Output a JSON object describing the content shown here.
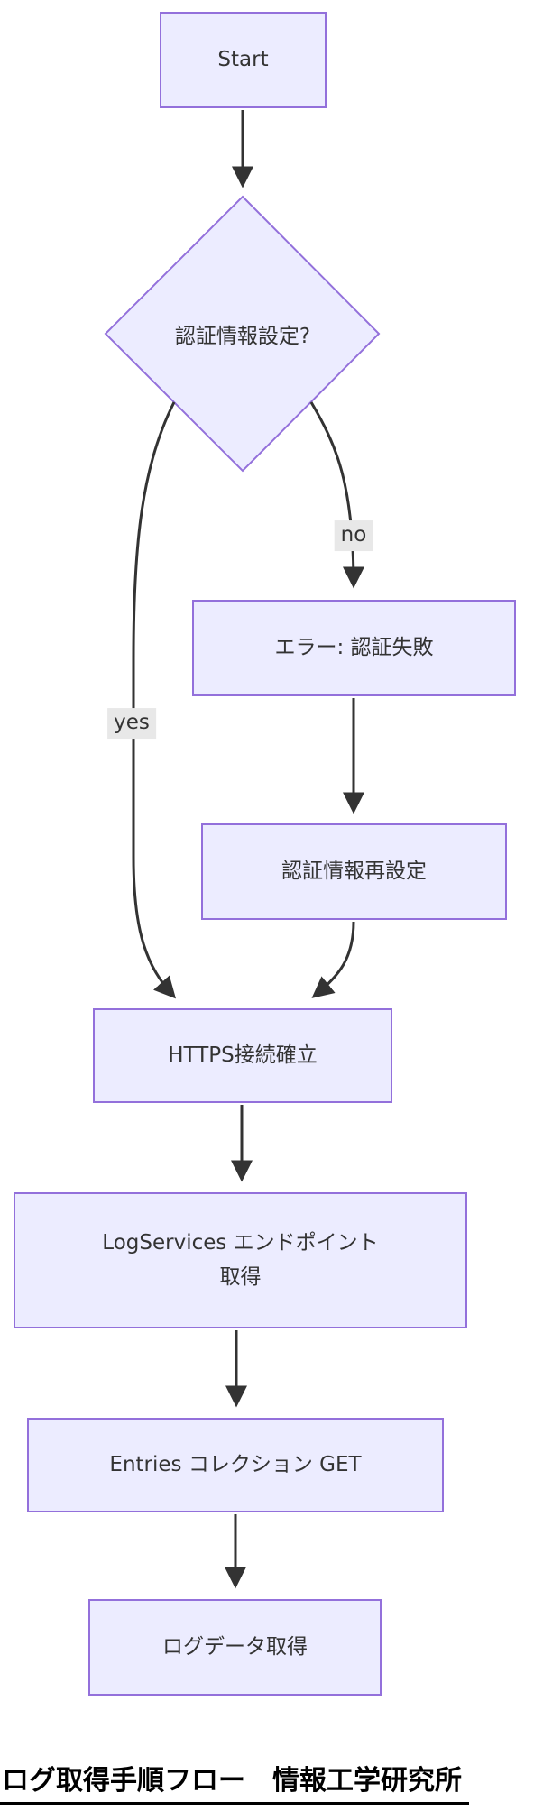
{
  "diagram": {
    "type": "flowchart",
    "nodes": {
      "start": {
        "label": "Start"
      },
      "decision": {
        "label": "認証情報設定?"
      },
      "error": {
        "label": "エラー: 認証失敗"
      },
      "reset": {
        "label": "認証情報再設定"
      },
      "https": {
        "label": "HTTPS接続確立"
      },
      "logservices": {
        "lines": [
          "LogServices エンドポイント",
          "取得"
        ]
      },
      "entries": {
        "label": "Entries コレクション GET"
      },
      "logdata": {
        "label": "ログデータ取得"
      }
    },
    "edge_labels": {
      "yes": "yes",
      "no": "no"
    },
    "caption": "ログ取得手順フロー　情報工学研究所",
    "colors": {
      "node_fill": "#ECECFF",
      "node_border": "#9370DB",
      "edge_line": "#333333",
      "edge_label_bg": "#e8e8e8",
      "node_text": "#333333",
      "caption_text": "#000000"
    }
  }
}
